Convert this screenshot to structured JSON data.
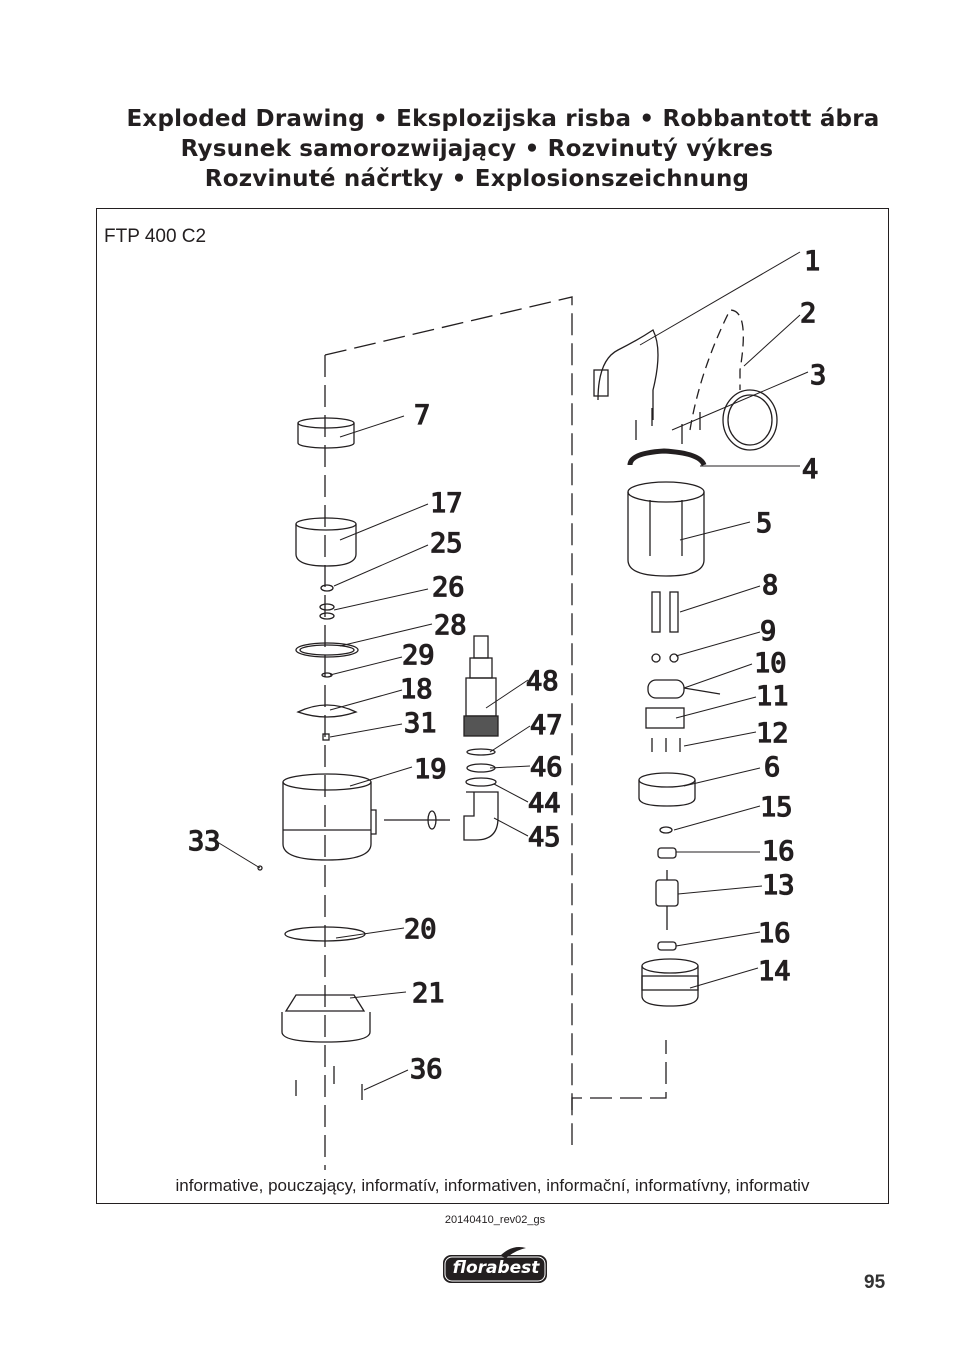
{
  "title_lines": [
    "Exploded Drawing • Eksplozijska risba • Robbantott ábra",
    "Rysunek samorozwijający • Rozvinutý výkres",
    "Rozvinuté náčrtky • Explosionszeichnung"
  ],
  "model": "FTP 400 C2",
  "footnote": "informative, pouczający, informatív, informativen, informační, informatívny, informativ",
  "revision": "20140410_rev02_gs",
  "brand": "florabest",
  "page_number": "95",
  "part_numbers": {
    "p1": "1",
    "p2": "2",
    "p3": "3",
    "p4": "4",
    "p5": "5",
    "p6": "6",
    "p7": "7",
    "p8": "8",
    "p9": "9",
    "p10": "10",
    "p11": "11",
    "p12": "12",
    "p13": "13",
    "p14": "14",
    "p15": "15",
    "p16a": "16",
    "p16b": "16",
    "p17": "17",
    "p18": "18",
    "p19": "19",
    "p20": "20",
    "p21": "21",
    "p25": "25",
    "p26": "26",
    "p28": "28",
    "p29": "29",
    "p31": "31",
    "p33": "33",
    "p36": "36",
    "p44": "44",
    "p45": "45",
    "p46": "46",
    "p47": "47",
    "p48": "48"
  }
}
